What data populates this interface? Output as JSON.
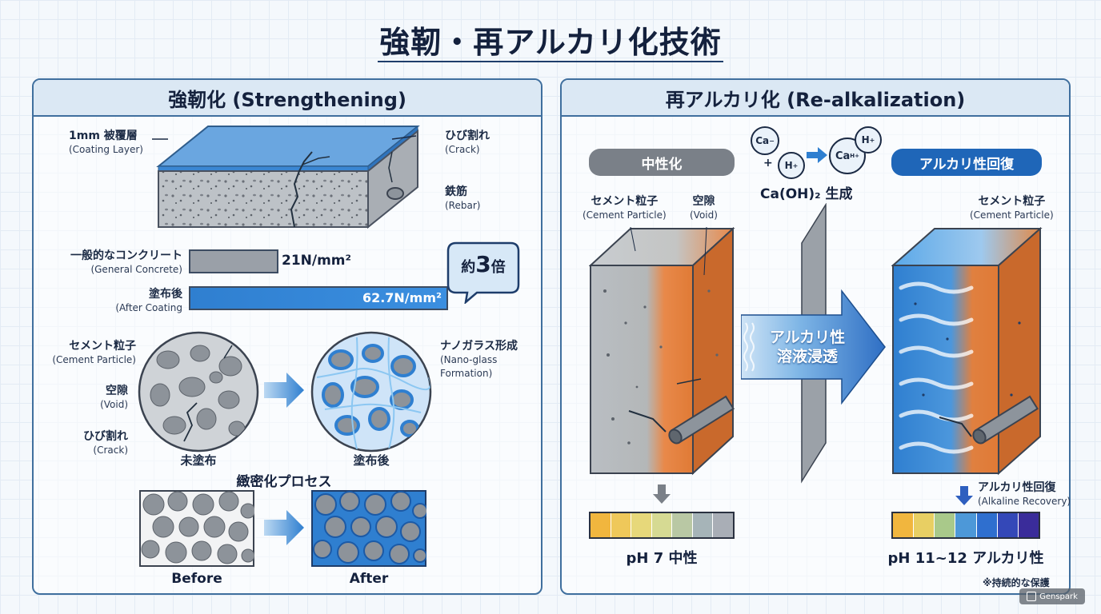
{
  "title": "強靭・再アルカリ化技術",
  "left": {
    "header": "強靭化 (Strengthening)",
    "coating_label": "1mm 被覆層",
    "coating_sub": "(Coating Layer)",
    "crack_label": "ひび割れ",
    "crack_sub": "(Crack)",
    "rebar_label": "鉄筋",
    "rebar_sub": "(Rebar)",
    "general_label": "一般的なコンクリート",
    "general_sub": "(General Concrete)",
    "general_value": "21N/mm²",
    "after_label": "塗布後",
    "after_sub": "(After Coating",
    "after_value": "62.7N/mm²",
    "badge_pre": "約",
    "badge_num": "3",
    "badge_post": "倍",
    "cement_label": "セメント粒子",
    "cement_sub": "(Cement Particle)",
    "void_label": "空隙",
    "void_sub": "(Void)",
    "crack2_label": "ひび割れ",
    "crack2_sub": "(Crack)",
    "nano_label": "ナノガラス形成",
    "nano_sub1": "(Nano-glass",
    "nano_sub2": "Formation)",
    "uncoated_caption": "未塗布",
    "coated_caption": "塗布後",
    "process_title": "緻密化プロセス",
    "before_caption": "Before",
    "after_caption": "After"
  },
  "right": {
    "header": "再アルカリ化 (Re-alkalization)",
    "neutral_pill": "中性化",
    "recovery_pill": "アルカリ性回復",
    "ion_ca": "Ca",
    "ion_h": "H",
    "ion_cah": "Ca",
    "ion_cah_sup": "H+",
    "reaction": "Ca(OH)₂ 生成",
    "cement_label_l": "セメント粒子",
    "cement_sub_l": "(Cement Particle)",
    "void_label_l": "空隙",
    "void_sub_l": "(Void)",
    "cement_label_r": "セメント粒子",
    "cement_sub_r": "(Cement Particle)",
    "arrow_text1": "アルカリ性",
    "arrow_text2": "溶液浸透",
    "recovery_label": "アルカリ性回復",
    "recovery_sub": "(Alkaline Recovery)",
    "ph_neutral": "pH 7 中性",
    "ph_alkaline": "pH 11~12 アルカリ性",
    "footnote": "※持続的な保護",
    "brand": "Genspark"
  },
  "chart_data": {
    "type": "bar",
    "categories": [
      "一般的なコンクリート",
      "塗布後"
    ],
    "values": [
      21,
      62.7
    ],
    "unit": "N/mm²"
  },
  "colors": {
    "accent_blue": "#2f7fd0",
    "dark_navy": "#14213d",
    "neutral_gray": "#7a8088",
    "orange": "#e07a35"
  },
  "ph_scales": {
    "neutral": [
      "#f1b63e",
      "#efc85a",
      "#e7d87a",
      "#d6da93",
      "#b9c8a4",
      "#a6b4b8",
      "#a9aeb6"
    ],
    "alkaline": [
      "#f1b63e",
      "#e8cf63",
      "#a9c98a",
      "#4d98d8",
      "#2f6fcf",
      "#3448b8",
      "#3a2c9a"
    ]
  }
}
